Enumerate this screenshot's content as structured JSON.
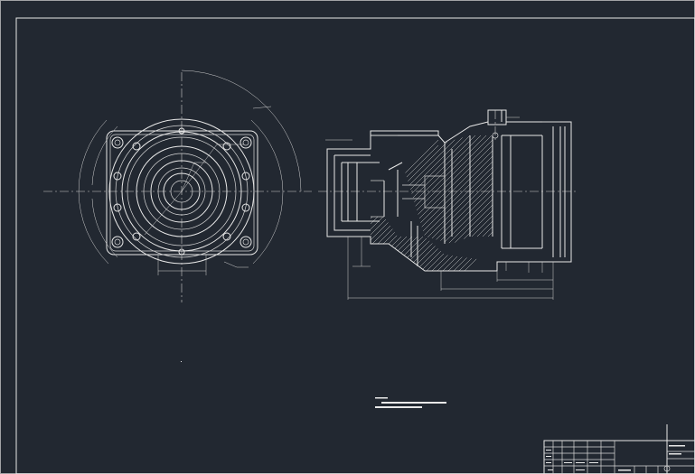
{
  "sheet": {
    "background": "#222831",
    "line_color": "#e8e8e8"
  },
  "views": [
    "front-view",
    "section-view"
  ],
  "title_block": {
    "rows": 5,
    "cols": 8
  }
}
